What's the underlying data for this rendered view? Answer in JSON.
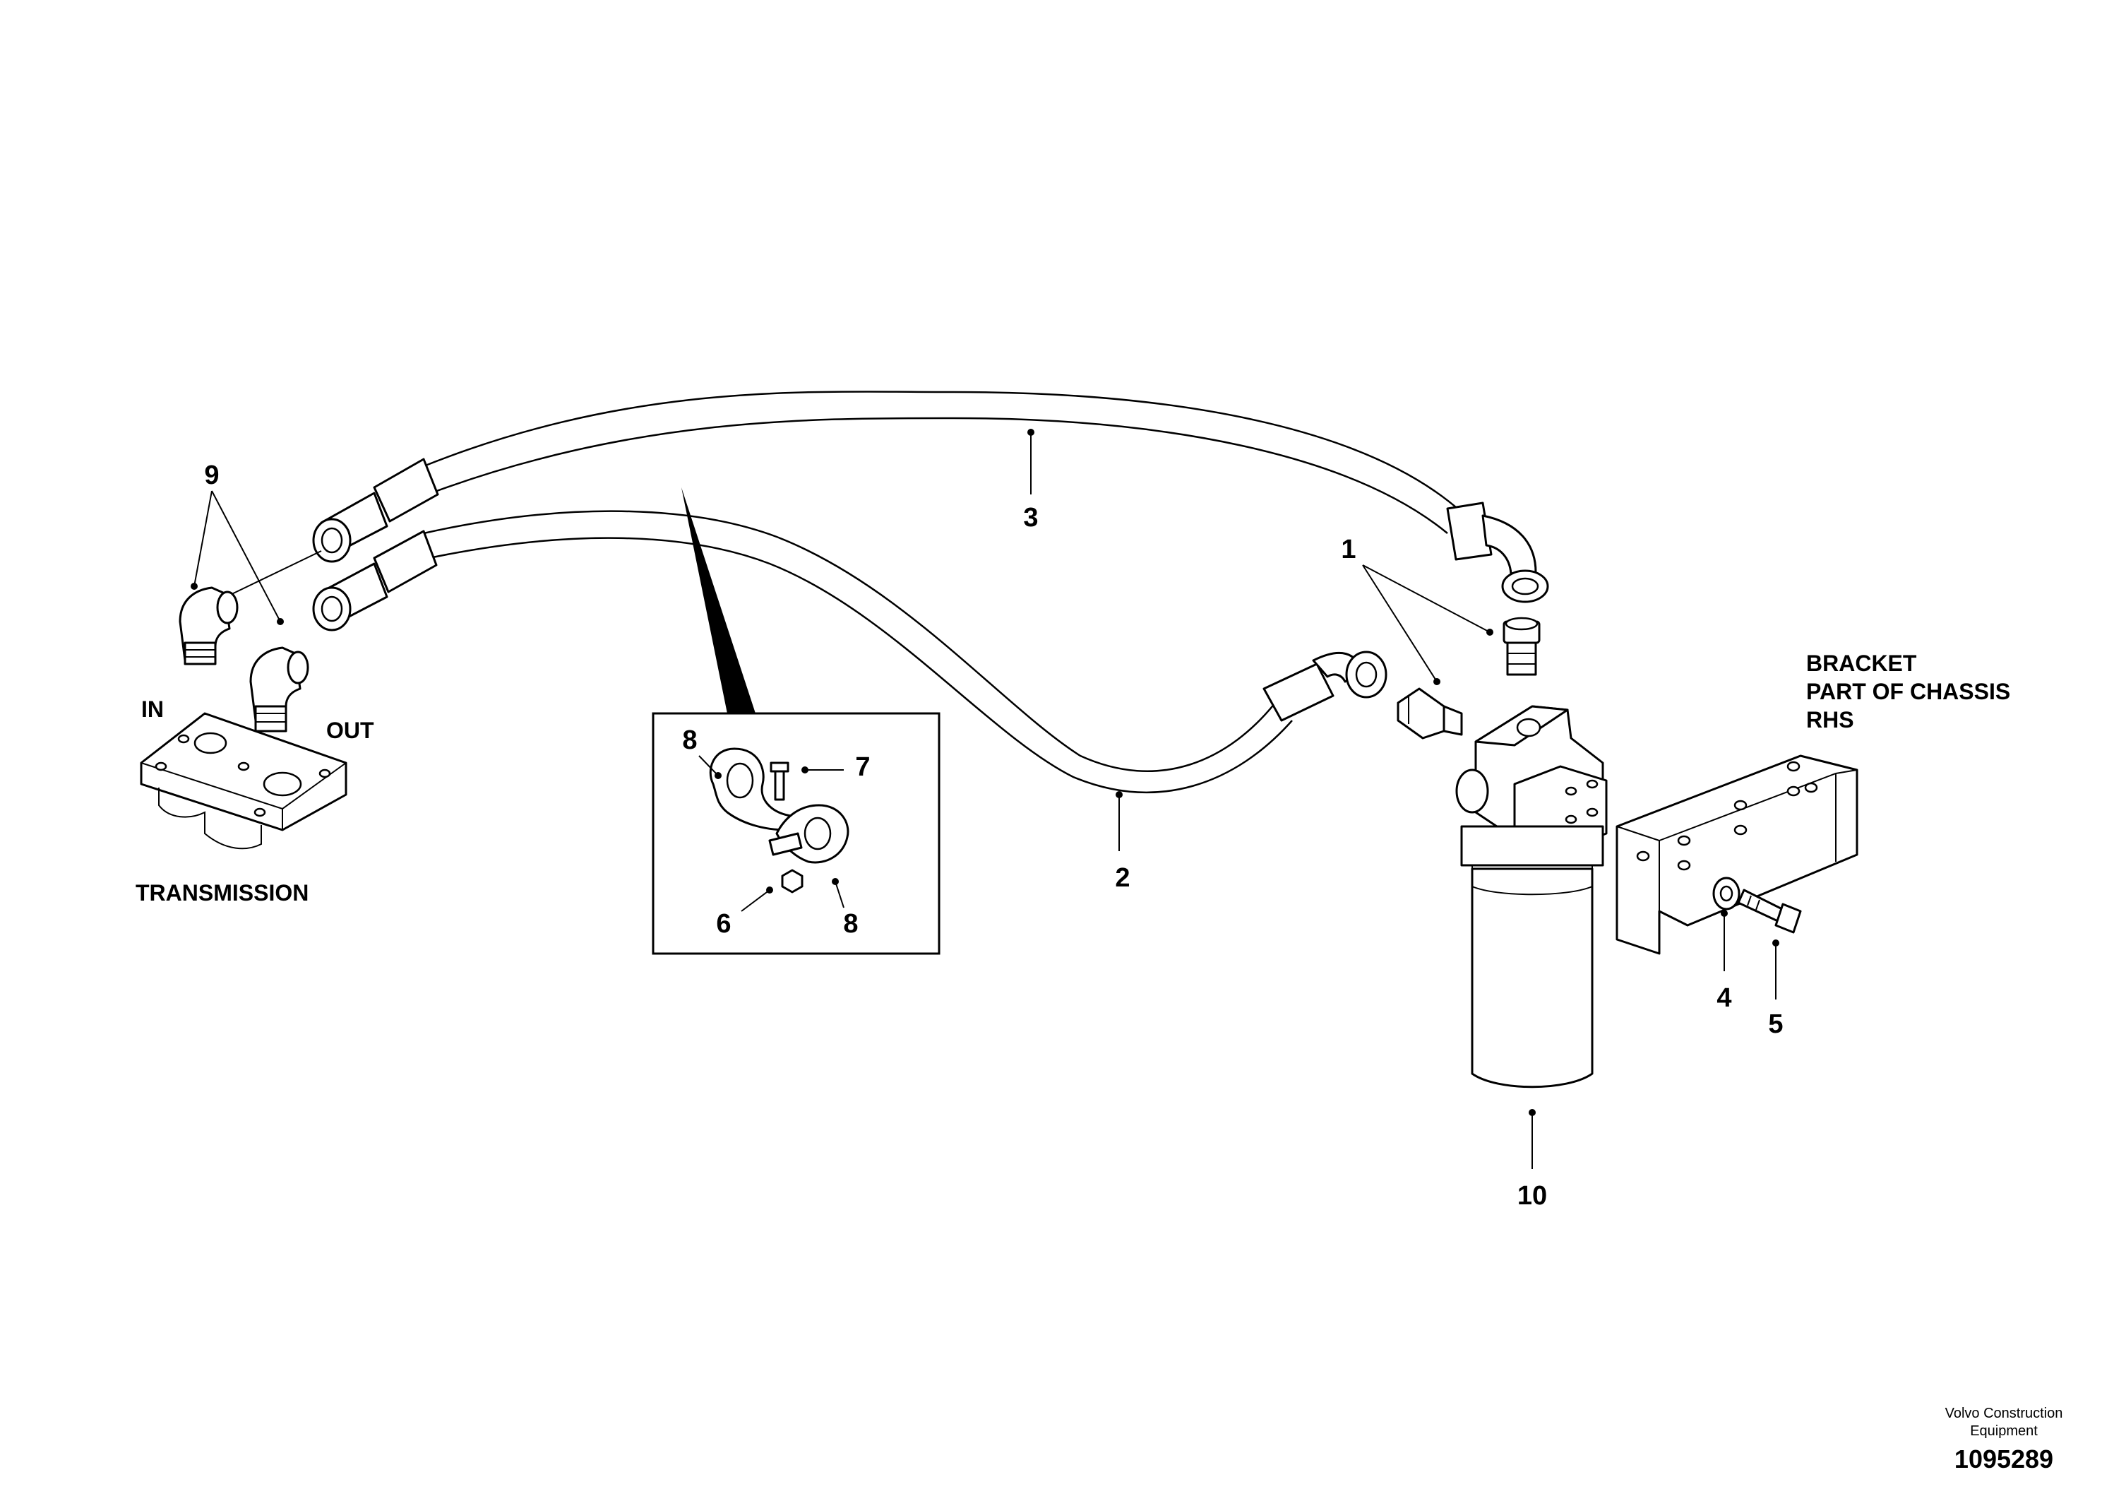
{
  "callouts": {
    "c1": "1",
    "c2": "2",
    "c3": "3",
    "c4": "4",
    "c5": "5",
    "c6": "6",
    "c7": "7",
    "c8a": "8",
    "c8b": "8",
    "c9": "9",
    "c10": "10"
  },
  "labels": {
    "in": "IN",
    "out": "OUT",
    "transmission": "TRANSMISSION",
    "bracket_line1": "BRACKET",
    "bracket_line2": "PART OF CHASSIS",
    "bracket_line3": "RHS"
  },
  "footer": {
    "company_line1": "Volvo Construction",
    "company_line2": "Equipment",
    "doc_number": "1095289"
  }
}
